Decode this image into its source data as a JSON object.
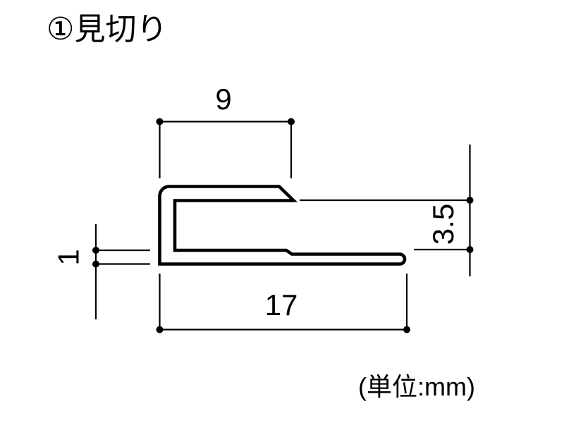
{
  "title": "①見切り",
  "unit_label": "(単位:mm)",
  "dimensions": {
    "top_width": "9",
    "opening_height": "3.5",
    "bottom_thickness": "1",
    "overall_width": "17"
  },
  "colors": {
    "line": "#000000",
    "background": "#ffffff"
  }
}
